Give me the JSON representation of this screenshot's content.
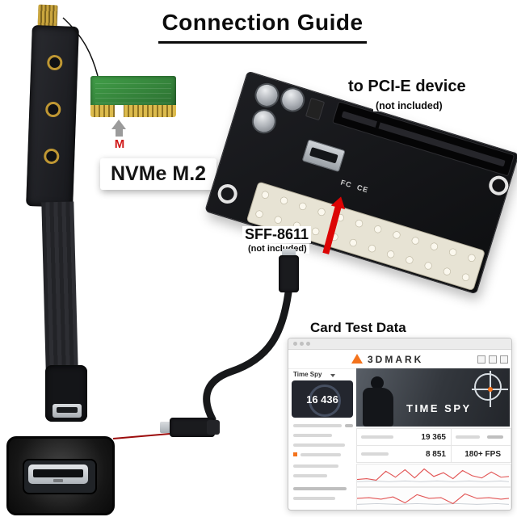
{
  "title": "Connection Guide",
  "left_module": {
    "nvme_label": "NVMe M.2",
    "key_label": "M"
  },
  "board": {
    "device_label": "to PCI-E device",
    "device_note": "(not included)",
    "fcc_mark": "FC",
    "ce_mark": "CE"
  },
  "cable": {
    "label": "SFF-8611",
    "note": "(not included)"
  },
  "test": {
    "heading": "Card Test Data",
    "window": {
      "brand": "3DMARK",
      "test_name": "Time Spy",
      "score": "16 436",
      "banner_title": "TIME SPY",
      "graphics_score": "19 365",
      "cpu_score": "8 851",
      "fps": "180+ FPS",
      "graphs": {
        "g1_red": "0,20 12,19 24,21 36,9 48,17 60,7 72,18 84,6 96,16 108,11 120,19 132,8 144,15 156,18 168,10 180,17 190,16",
        "g1_gray": "0,23 20,22 40,23 60,22 80,23 100,22 120,23 140,22 160,23 180,22 190,23",
        "g2_red": "0,14 15,13 30,15 45,12 60,20 75,9 90,14 105,13 120,21 135,8 150,14 165,13 180,15 190,14",
        "g2_gray": "0,22 25,21 50,22 75,21 100,22 125,21 150,22 175,21 190,22"
      }
    }
  },
  "colors": {
    "accent_orange": "#f4731c",
    "arrow_red": "#dc0404",
    "pcb_green": "#2f8035",
    "connector_gold": "#c9a53e"
  }
}
